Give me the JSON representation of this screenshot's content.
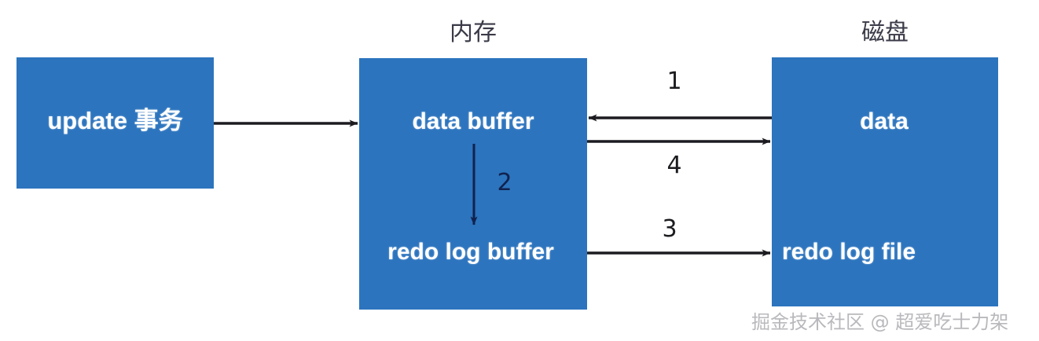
{
  "diagram": {
    "title_memory": "内存",
    "title_disk": "磁盘",
    "colors": {
      "box_fill": "#2C74BE",
      "box_text": "#ffffff",
      "arrow": "#1c1c20",
      "inner_arrow": "#11224e",
      "caption": "#3a3a48",
      "watermark": "#b9b9bd",
      "background": "#ffffff"
    },
    "boxes": [
      {
        "id": "update",
        "label": "update 事务"
      },
      {
        "id": "memory",
        "label": "内存"
      },
      {
        "id": "disk",
        "label": "磁盘"
      }
    ],
    "memory_items": [
      {
        "id": "data-buffer",
        "label": "data buffer"
      },
      {
        "id": "redo-log-buffer",
        "label": "redo log buffer"
      }
    ],
    "disk_items": [
      {
        "id": "data",
        "label": "data"
      },
      {
        "id": "redo-log-file",
        "label": "redo log file"
      }
    ],
    "steps": [
      {
        "number": "1",
        "from": "data",
        "to": "data buffer",
        "direction": "left"
      },
      {
        "number": "2",
        "from": "data buffer",
        "to": "redo log buffer",
        "direction": "down"
      },
      {
        "number": "3",
        "from": "redo log buffer",
        "to": "redo log file",
        "direction": "right"
      },
      {
        "number": "4",
        "from": "data buffer",
        "to": "data",
        "direction": "right"
      }
    ],
    "step_1": "1",
    "step_2": "2",
    "step_3": "3",
    "step_4": "4",
    "watermark": "掘金技术社区 @ 超爱吃士力架"
  }
}
